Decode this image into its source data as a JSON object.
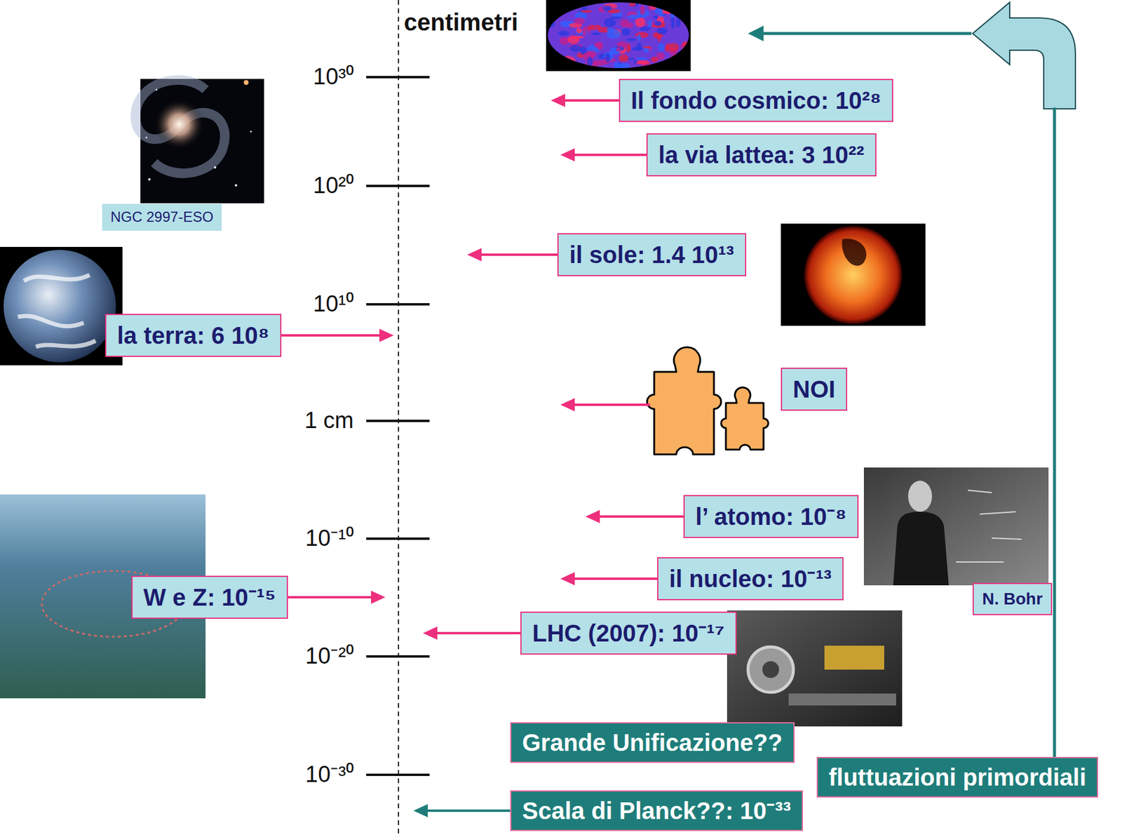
{
  "diagram": {
    "nodes": [
      {
        "text": [
          "Il fondo cosmico: 10²⁸"
        ]
      },
      {
        "text": [
          "la via lattea: 3 10²²"
        ]
      },
      {
        "text": [
          "NGC 2997-ESO"
        ]
      },
      {
        "text": [
          "il sole: 1.4 10¹³"
        ]
      },
      {
        "text": [
          "la terra: 6 10⁸"
        ]
      },
      {
        "text": [
          "NOI"
        ]
      },
      {
        "text": [
          "l’ atomo: 10⁻⁸"
        ]
      },
      {
        "text": [
          "il nucleo: 10⁻¹³"
        ]
      },
      {
        "text": [
          "W e Z: 10⁻¹⁵"
        ]
      },
      {
        "text": [
          "N. Bohr"
        ]
      },
      {
        "text": [
          "LHC (2007): 10⁻¹⁷"
        ]
      },
      {
        "text": [
          "Grande Unificazione??"
        ]
      },
      {
        "text": [
          "fluttuazioni primordiali"
        ]
      },
      {
        "text": [
          "Scala di Planck??: 10⁻³³"
        ]
      }
    ],
    "labels": [
      "centimetri",
      "10³⁰",
      "10²⁰",
      "10¹⁰",
      "1 cm",
      "10⁻¹⁰",
      "10⁻²⁰",
      "10⁻³⁰"
    ]
  }
}
